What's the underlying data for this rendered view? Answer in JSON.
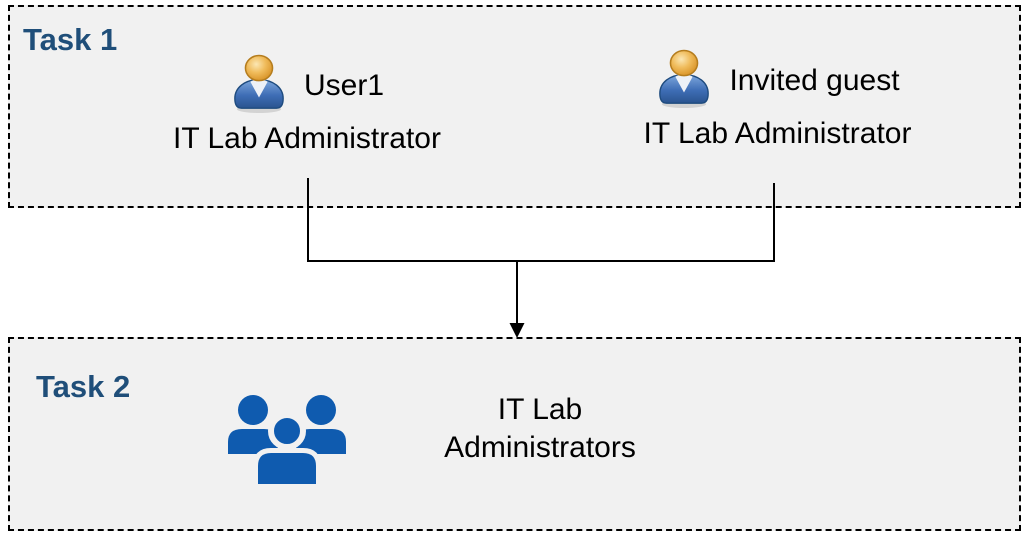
{
  "diagram": {
    "task1": {
      "label": "Task 1",
      "person1": {
        "name": "User1",
        "role": "IT Lab Administrator"
      },
      "person2": {
        "name": "Invited guest",
        "role": "IT Lab Administrator"
      }
    },
    "task2": {
      "label": "Task 2",
      "group": {
        "line1": "IT Lab",
        "line2": "Administrators"
      }
    },
    "colors": {
      "task_label": "#1F4E79",
      "box_fill": "#F1F1F1",
      "box_border": "#000000",
      "text": "#000000",
      "connector": "#000000",
      "group_icon_blue": "#0F5BAF",
      "person_head_gold": "#E8A33D",
      "person_body_blue": "#3E6DB5"
    }
  }
}
